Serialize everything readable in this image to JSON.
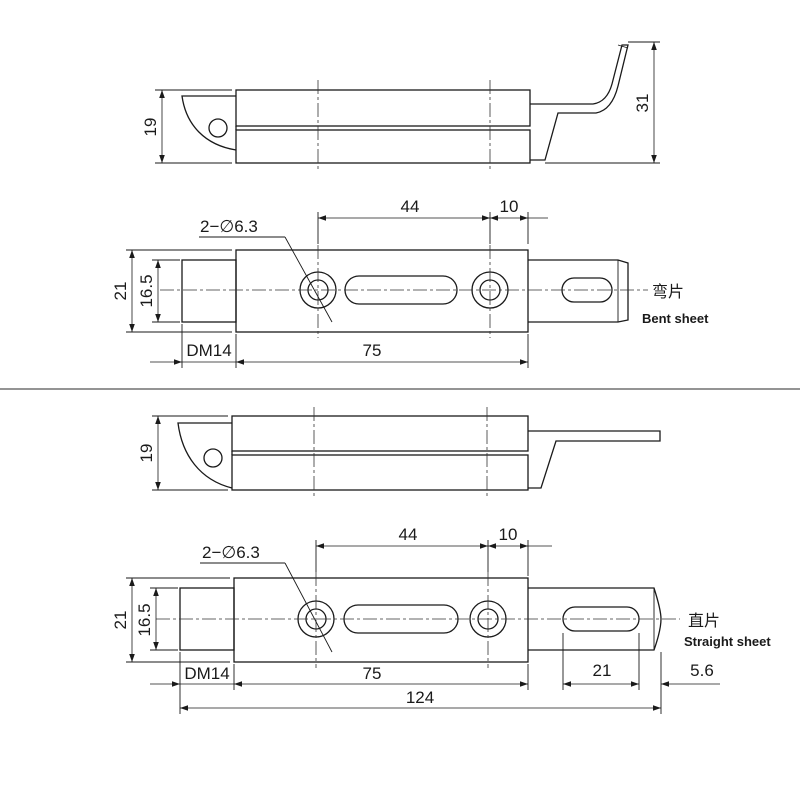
{
  "top_view_bent": {
    "height_label": "19",
    "total_height_label": "31"
  },
  "plan_view_bent": {
    "hole_spec": "2−∅6.3",
    "pitch_label": "44",
    "end_label": "10",
    "width_label": "21",
    "inner_width_label": "16.5",
    "thread_label": "DM14",
    "body_length_label": "75",
    "name_cn": "弯片",
    "name_en": "Bent sheet"
  },
  "top_view_straight": {
    "height_label": "19"
  },
  "plan_view_straight": {
    "hole_spec": "2−∅6.3",
    "pitch_label": "44",
    "end_label": "10",
    "width_label": "21",
    "inner_width_label": "16.5",
    "thread_label": "DM14",
    "body_length_label": "75",
    "slot_length_label": "21",
    "tail_label": "5.6",
    "total_length_label": "124",
    "name_cn": "直片",
    "name_en": "Straight sheet"
  }
}
